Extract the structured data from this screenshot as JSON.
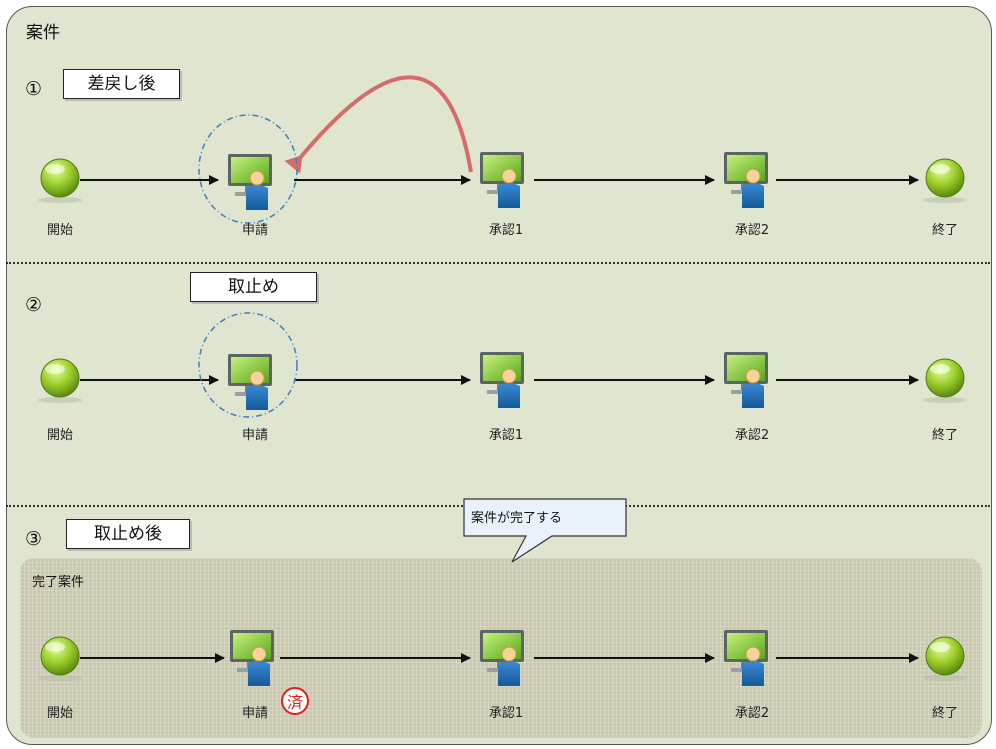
{
  "title": "案件",
  "sections": [
    {
      "number": "①",
      "label": "差戻し後"
    },
    {
      "number": "②",
      "label": "取止め"
    },
    {
      "number": "③",
      "label": "取止め後"
    }
  ],
  "node_labels": {
    "start": "開始",
    "apply": "申請",
    "approve1": "承認1",
    "approve2": "承認2",
    "end": "終了"
  },
  "callout": "案件が完了する",
  "completed_title": "完了案件",
  "stamp": "済",
  "colors": {
    "background": "#dfe5cf",
    "return_arrow": "#d66b6b",
    "stamp": "#e02020",
    "highlight_ellipse": "#3b7fc4"
  }
}
